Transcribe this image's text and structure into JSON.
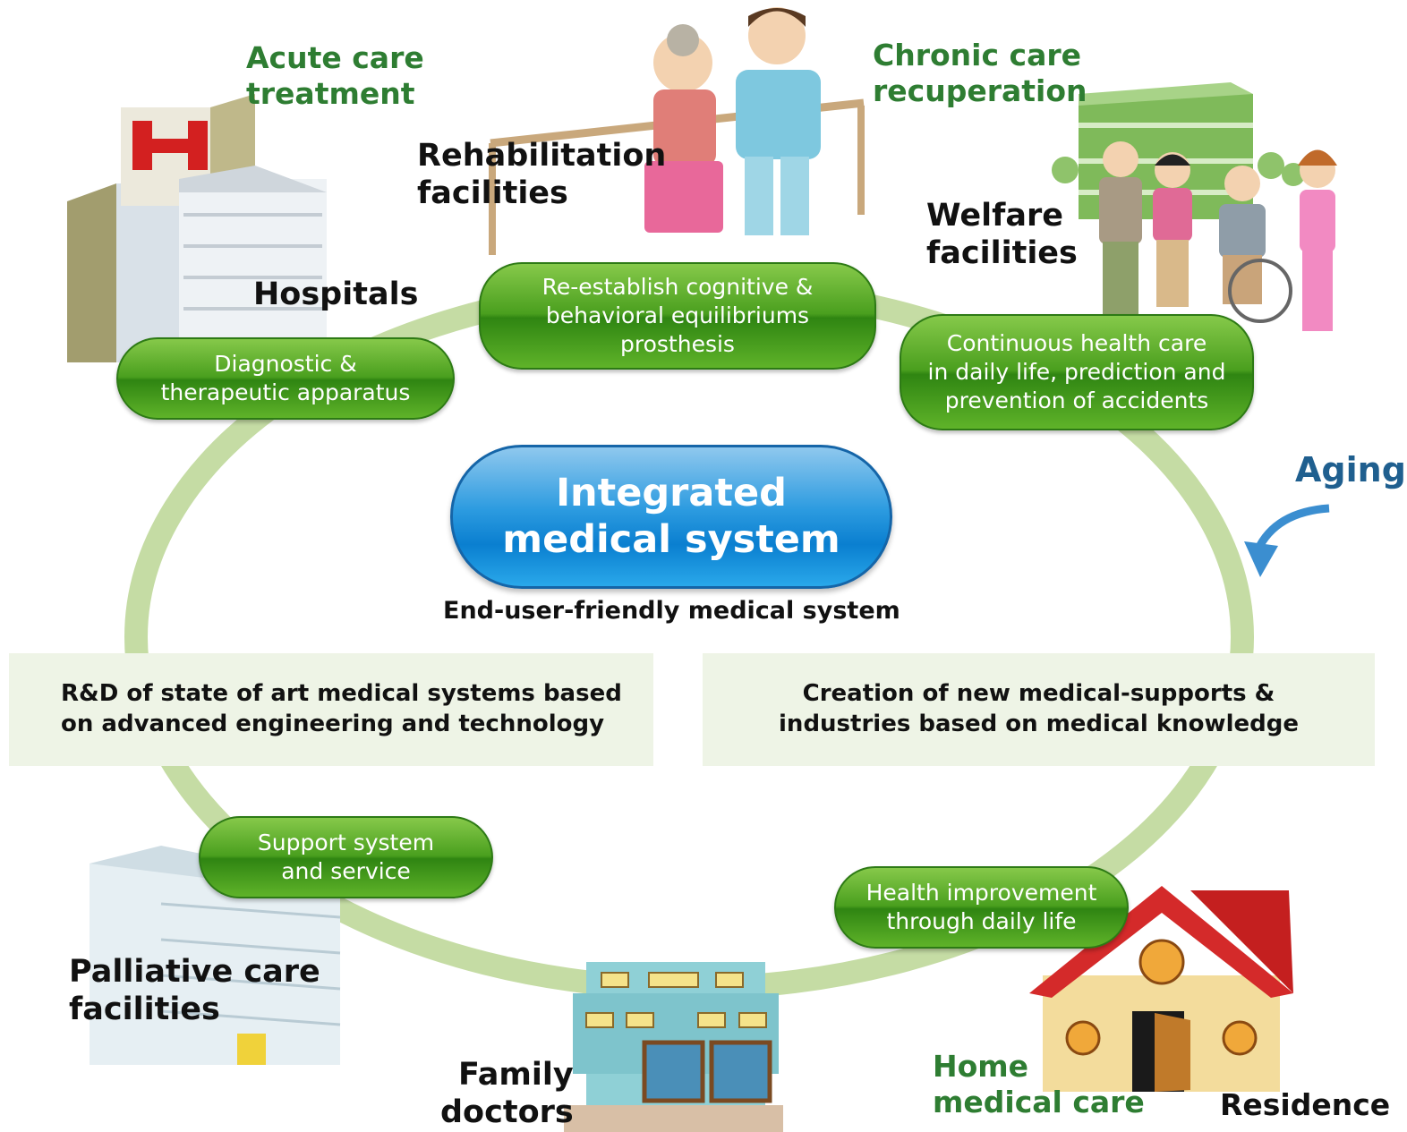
{
  "center": {
    "title": "Integrated\nmedical system",
    "subtitle": "End-user-friendly medical system"
  },
  "settings": {
    "acute_care": "Acute care\ntreatment",
    "hospitals": "Hospitals",
    "rehabilitation": "Rehabilitation\nfacilities",
    "chronic_care": "Chronic care\nrecuperation",
    "welfare": "Welfare\nfacilities",
    "palliative": "Palliative care\nfacilities",
    "family_doctors": "Family\ndoctors",
    "home_care": "Home\nmedical care",
    "residence": "Residence",
    "aging": "Aging"
  },
  "pills": {
    "diagnostic": "Diagnostic &\ntherapeutic apparatus",
    "reestablish": "Re-establish cognitive &\nbehavioral equilibriums\nprosthesis",
    "continuous": "Continuous  health care\nin daily life, prediction and\nprevention of accidents",
    "support": "Support system\nand service",
    "health_improvement": "Health improvement\nthrough daily life"
  },
  "bands": {
    "left": "R&D of state of art medical systems based\non advanced engineering and technology",
    "right": "Creation of new medical-supports &\nindustries based on medical knowledge"
  },
  "colors": {
    "ring": "#c5dca4",
    "pill_green": "#4a9f1e",
    "center_blue": "#0a7fd0",
    "label_green": "#2e7d32",
    "aging_blue": "#1f5f8f"
  }
}
